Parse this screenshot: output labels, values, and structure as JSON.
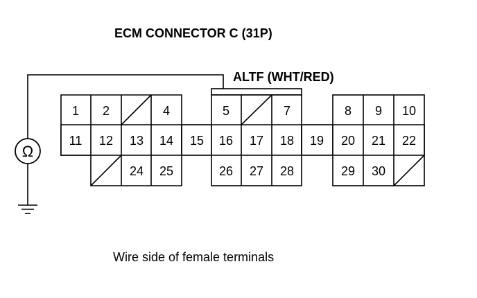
{
  "diagram": {
    "title": "ECM CONNECTOR C (31P)",
    "wire_label": "ALTF (WHT/RED)",
    "caption": "Wire side of female terminals",
    "ohmmeter_symbol": "Ω",
    "ground_icon": "ground-icon",
    "terminals": {
      "t1": "1",
      "t2": "2",
      "t4": "4",
      "t5": "5",
      "t7": "7",
      "t8": "8",
      "t9": "9",
      "t10": "10",
      "t11": "11",
      "t12": "12",
      "t13": "13",
      "t14": "14",
      "t15": "15",
      "t16": "16",
      "t17": "17",
      "t18": "18",
      "t19": "19",
      "t20": "20",
      "t21": "21",
      "t22": "22",
      "t24": "24",
      "t25": "25",
      "t26": "26",
      "t27": "27",
      "t28": "28",
      "t29": "29",
      "t30": "30"
    }
  }
}
